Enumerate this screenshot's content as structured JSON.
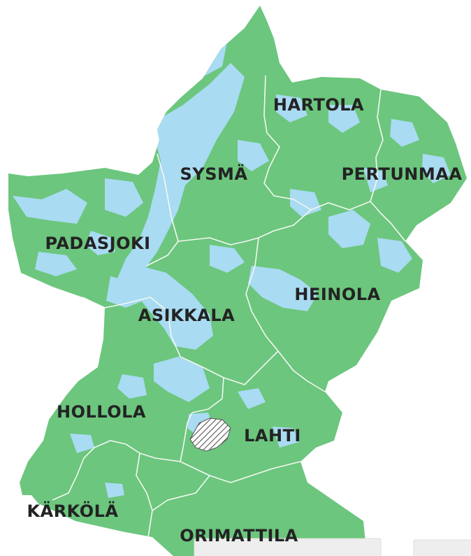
{
  "map": {
    "land_color": "#6cc67e",
    "water_color": "#a9dbf2",
    "border_color": "#f4f8f2",
    "label_color": "#232323",
    "hatch_color": "#555555",
    "inset_color": "#eeeeee"
  },
  "municipalities": {
    "hartola": "HARTOLA",
    "sysma": "SYSMÄ",
    "pertunmaa": "PERTUNMAA",
    "padasjoki": "PADASJOKI",
    "heinola": "HEINOLA",
    "asikkala": "ASIKKALA",
    "hollola": "HOLLOLA",
    "lahti": "LAHTI",
    "karkola": "KÄRKÖLÄ",
    "orimattila": "ORIMATTILA"
  }
}
